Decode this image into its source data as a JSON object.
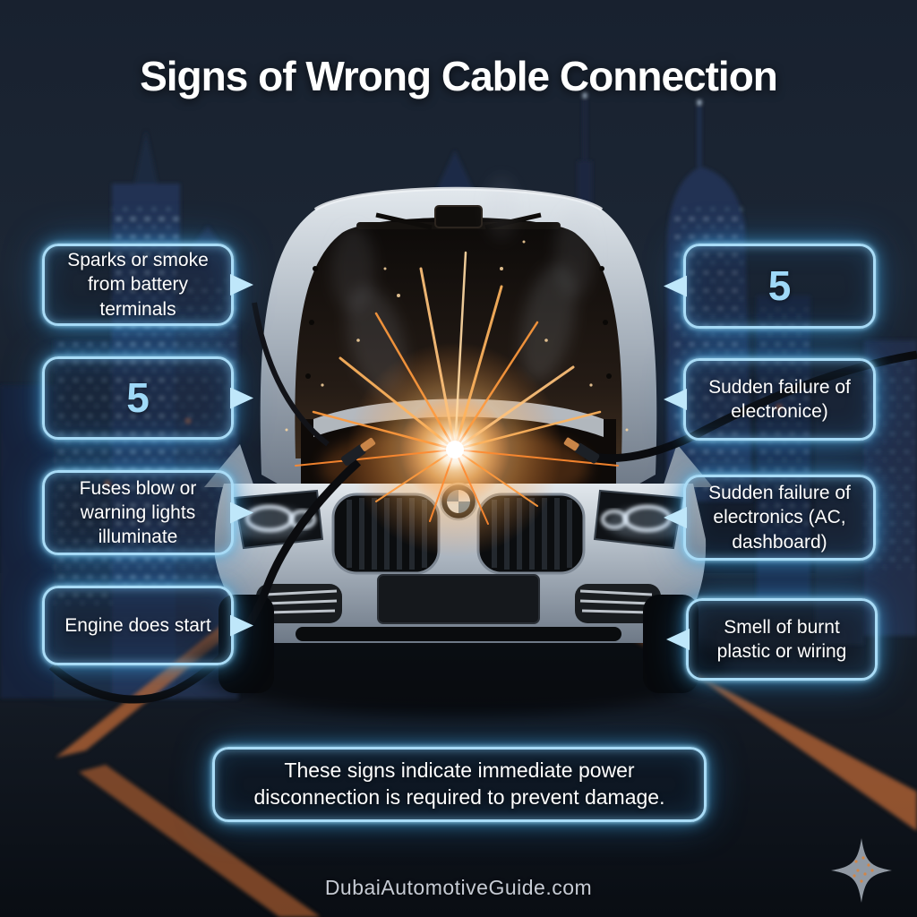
{
  "title": "Signs of Wrong Cable Connection",
  "callouts": {
    "left": [
      {
        "text": "Sparks or smoke from battery terminals"
      },
      {
        "text": "5"
      },
      {
        "text": "Fuses blow or warning lights illuminate"
      },
      {
        "text": "Engine does start"
      }
    ],
    "right": [
      {
        "text": "5"
      },
      {
        "text": "Sudden failure of electronice)"
      },
      {
        "text": "Sudden failure of electronics (AC, dashboard)"
      },
      {
        "text": "Smell of burnt plastic or wiring"
      }
    ]
  },
  "footer_note": "These signs indicate immediate power disconnection is required to prevent damage.",
  "watermark": "DubaiAutomotiveGuide.com",
  "icons": {
    "sparkle": "four-point-star-icon"
  },
  "colors": {
    "background": "#131b29",
    "accent_glow": "#8fd4f5",
    "callout_text": "#ffffff",
    "number_text": "#9fd9f8",
    "spark_orange": "#ff9a3d",
    "road_stripe": "#b06133",
    "watermark_text": "#c6cbd4"
  }
}
